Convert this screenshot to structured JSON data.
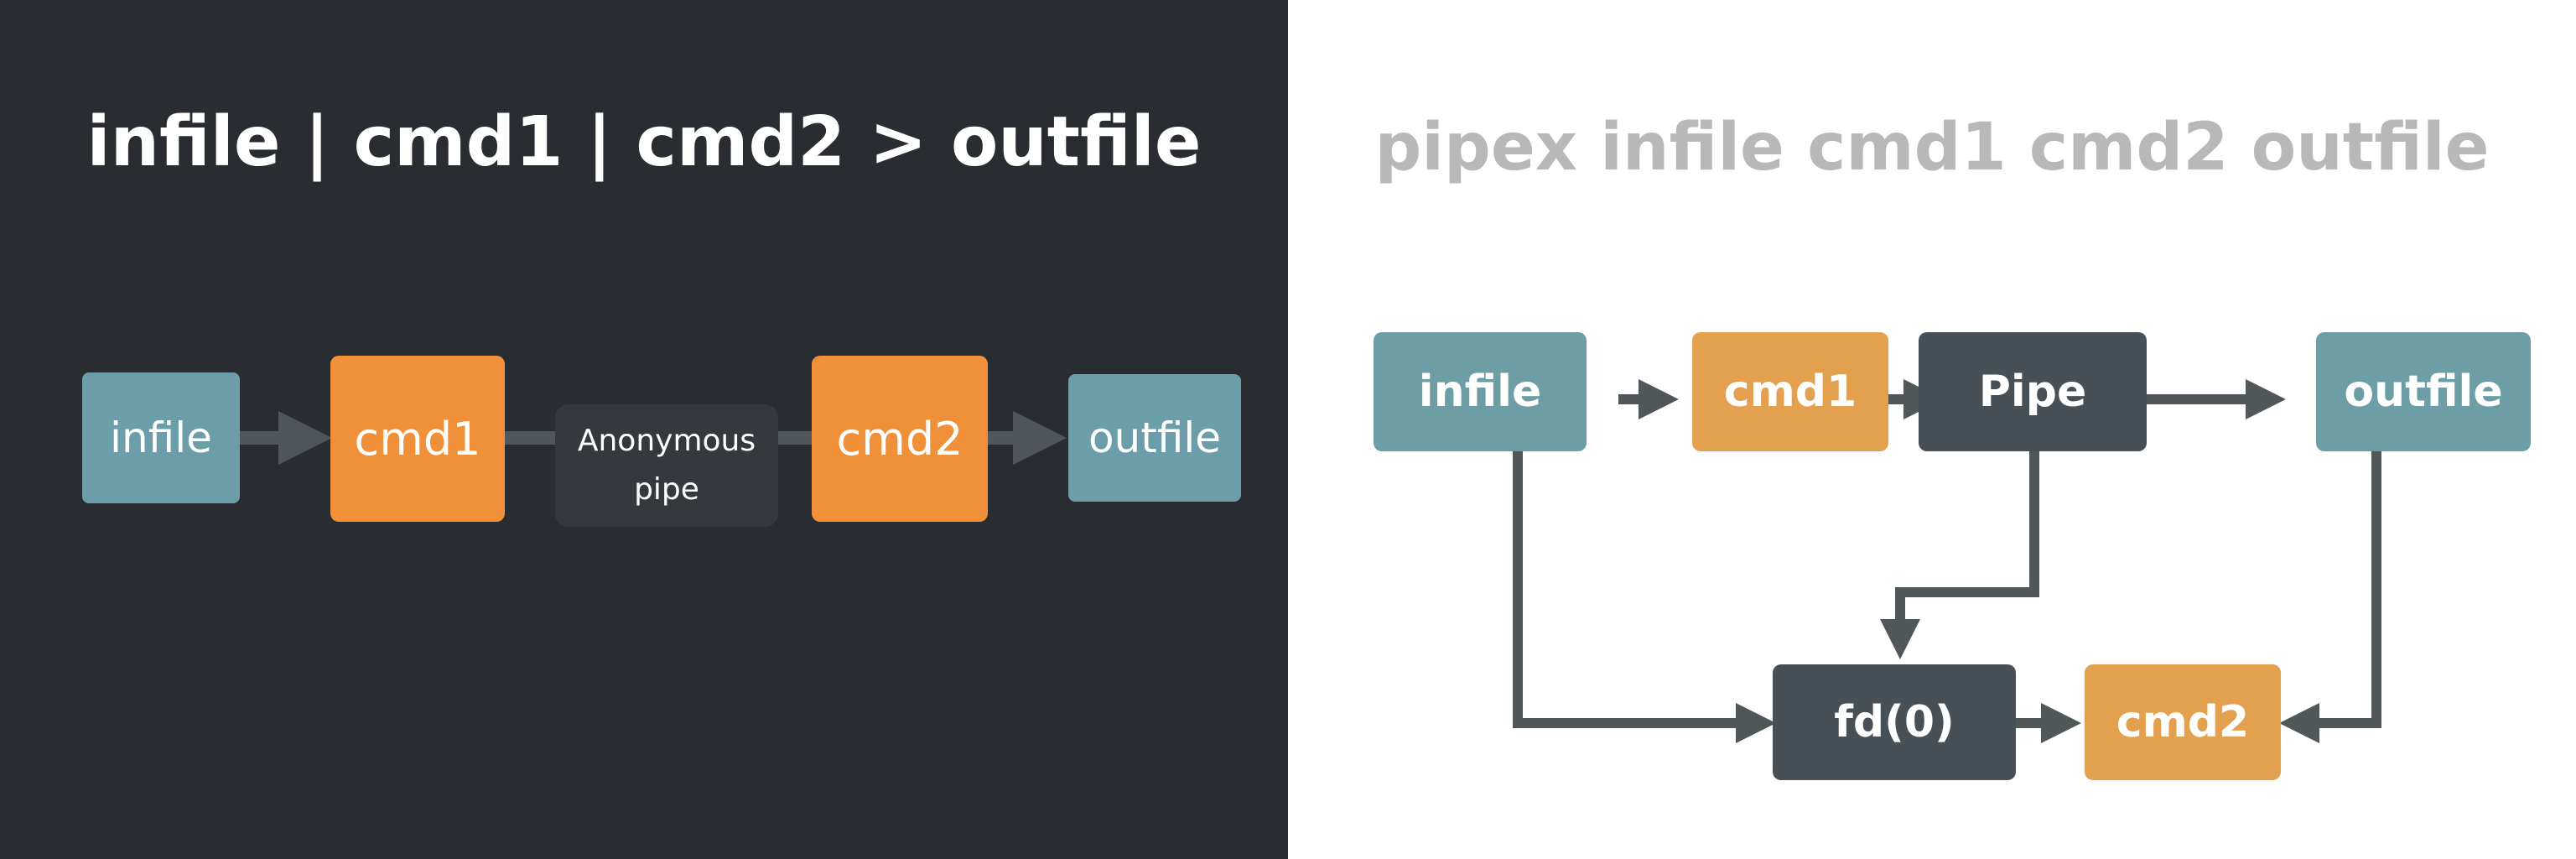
{
  "left": {
    "title": "infile | cmd1 | cmd2 > outfile",
    "nodes": {
      "infile": "infile",
      "cmd1": "cmd1",
      "pipe_line1": "Anonymous",
      "pipe_line2": "pipe",
      "cmd2": "cmd2",
      "outfile": "outfile"
    }
  },
  "right": {
    "title": "pipex infile cmd1 cmd2 outfile",
    "nodes": {
      "infile": "infile",
      "cmd1": "cmd1",
      "pipe": "Pipe",
      "outfile": "outfile",
      "fd0": "fd(0)",
      "cmd2": "cmd2"
    }
  },
  "colors": {
    "dark_background": "#292d32",
    "teal": "#6c9ea9",
    "orange": "#f0913a",
    "pipe_dark": "#35393e",
    "arrow_gray": "#4f5759"
  }
}
